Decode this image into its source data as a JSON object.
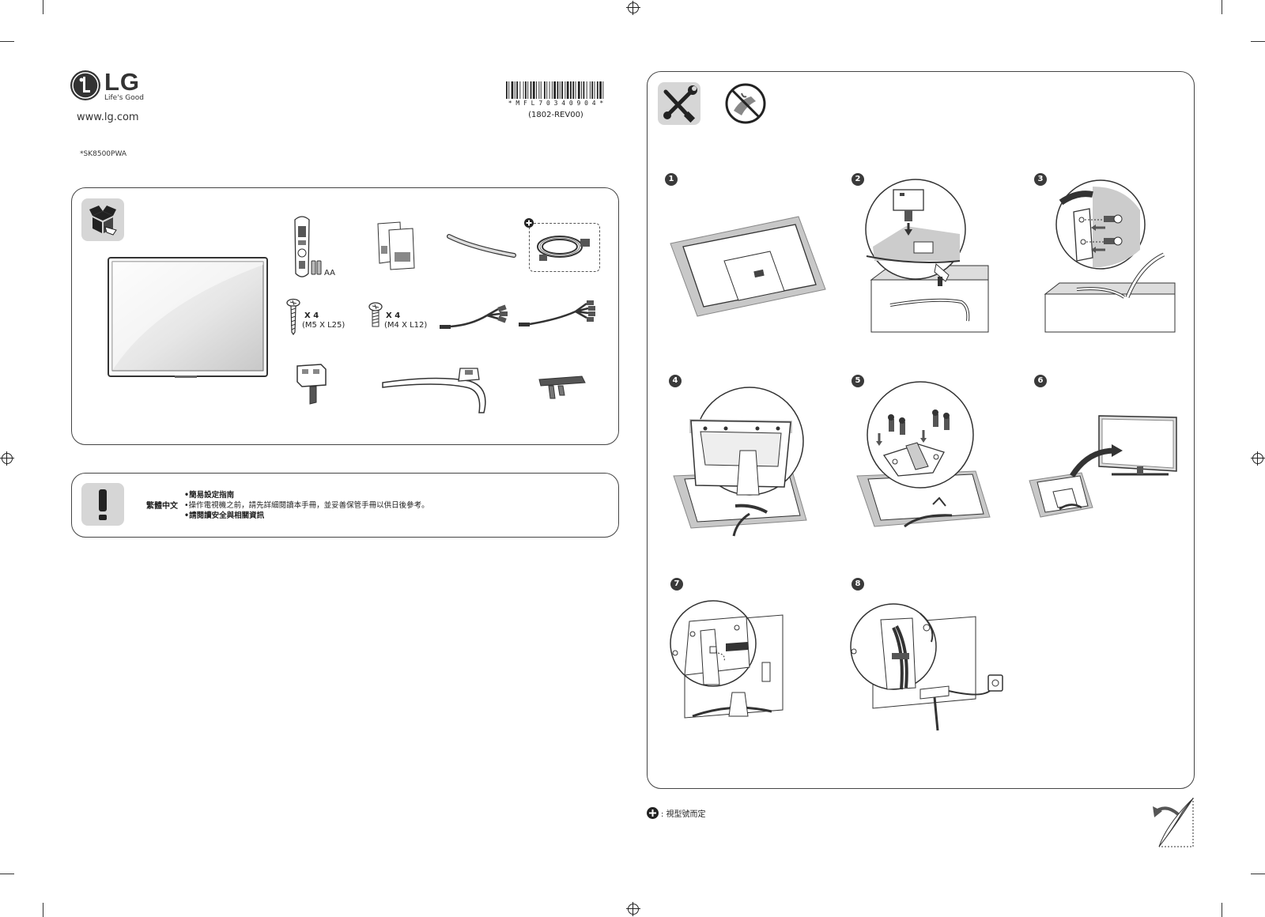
{
  "header": {
    "brand": "LG",
    "tagline": "Life's Good",
    "website": "www.lg.com",
    "model": "*SK8500PWA",
    "barcode_text": "* M F L 7 0 3 4 0 9 0 4 *",
    "revision": "(1802-REV00)"
  },
  "components": {
    "battery_label": "AA",
    "screw_large_qty": "X 4",
    "screw_large_size": "(M5 X L25)",
    "screw_small_qty": "X 4",
    "screw_small_size": "(M4 X L12)"
  },
  "notice": {
    "language": "繁體中文",
    "lines": [
      "•簡易設定指南",
      "•操作電視機之前，請先詳細閱讀本手冊，並妥善保管手冊以供日後參考。",
      "•請閱讀安全與相關資訊"
    ]
  },
  "steps": [
    "1",
    "2",
    "3",
    "4",
    "5",
    "6",
    "7",
    "8"
  ],
  "footnote": ": 視型號而定",
  "icons": [
    "box-icon",
    "tools-icon",
    "no-liquid-icon",
    "exclamation-icon",
    "plus-icon",
    "page-turn-icon"
  ]
}
